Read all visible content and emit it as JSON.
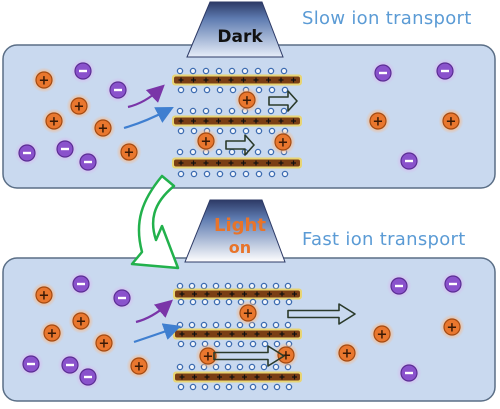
{
  "panels": {
    "top": {
      "title": "Slow ion transport",
      "lamp_label": "Dark",
      "lamp_label_color": "#111111"
    },
    "bottom": {
      "title": "Fast ion transport",
      "lamp_label_line1": "Light",
      "lamp_label_line2": "on",
      "lamp_label_color": "#e8742a"
    }
  },
  "colors": {
    "panel_fill": "#c9d9ef",
    "panel_border": "#5a6e86",
    "title_text": "#5b9bd5",
    "membrane_layer": "#7a3e14",
    "membrane_glow": "#f2d24a",
    "cation_fill": "#e9772e",
    "anion_fill": "#8a52cc",
    "pore_dot": "#3c6bb0",
    "transition_arrow": "#22b14c",
    "purple_arrow": "#7a35a8",
    "blue_arrow": "#3f7fd0"
  },
  "icons": {
    "cation": "plus-ion-icon",
    "anion": "minus-ion-icon",
    "lamp": "lamp-icon"
  },
  "signs": {
    "cation": "+",
    "anion": "−"
  }
}
